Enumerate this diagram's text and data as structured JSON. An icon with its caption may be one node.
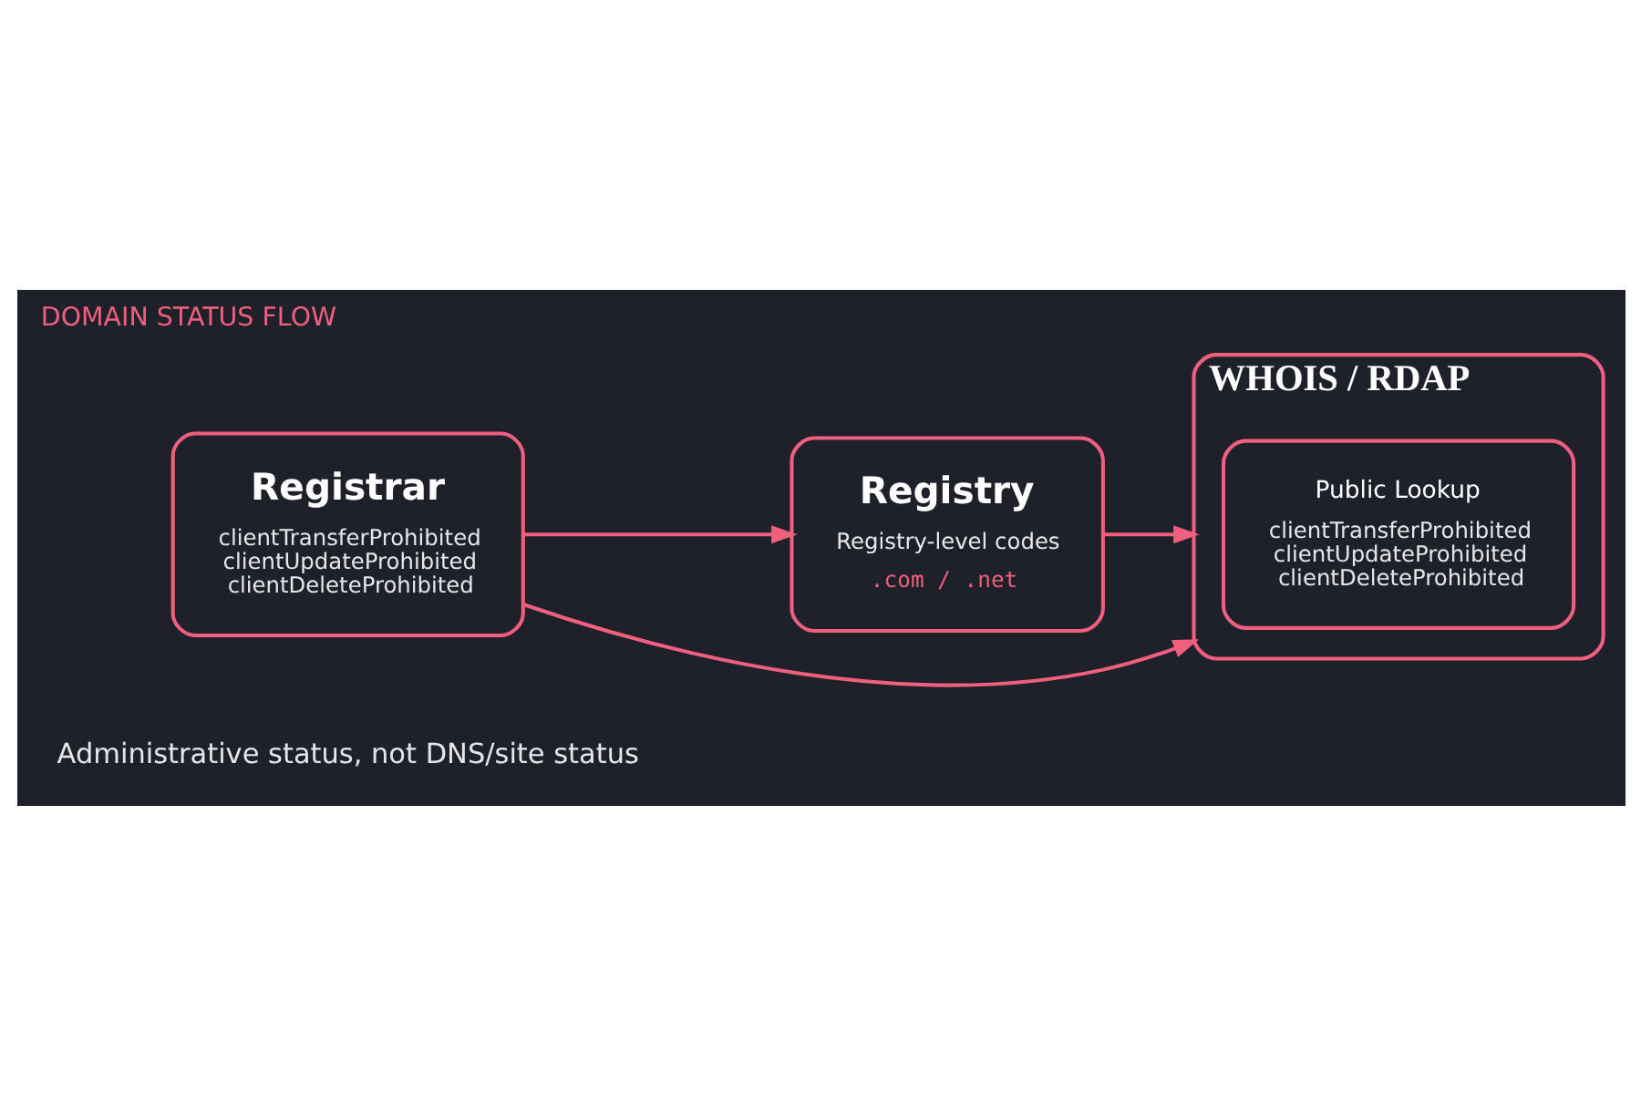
{
  "diagram": {
    "title": "DOMAIN STATUS FLOW",
    "caption": "Administrative status, not DNS/site status",
    "nodes": [
      {
        "text": [
          "Registrar",
          "clientTransferProhibited clientUpdateProhibited clientDeleteProhibited"
        ]
      },
      {
        "text": [
          "Registry",
          "Registry-level codes",
          ".com / .net"
        ]
      },
      {
        "text": [
          "WHOIS / RDAP"
        ]
      },
      {
        "text": [
          "Public Lookup",
          "clientTransferProhibited clientUpdateProhibited clientDeleteProhibited"
        ],
        "in": 2
      }
    ],
    "edges": [
      {
        "from": 0,
        "to": 1,
        "arrow": "to"
      },
      {
        "from": 1,
        "to": 2,
        "arrow": "to"
      },
      {
        "from": 0,
        "to": 2,
        "arrow": "to"
      }
    ]
  }
}
